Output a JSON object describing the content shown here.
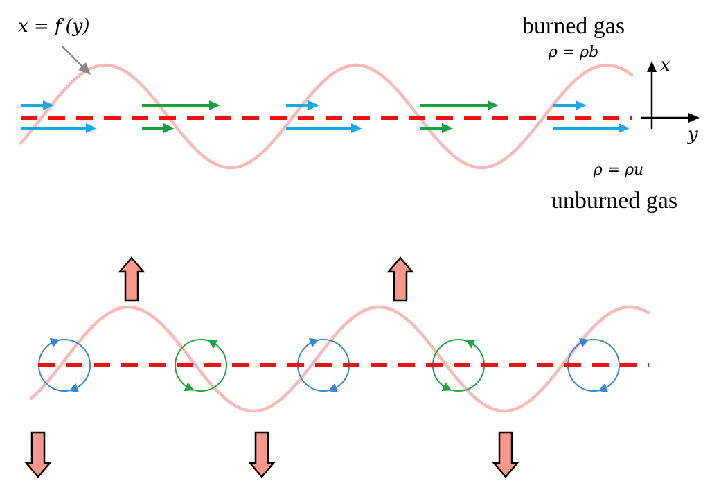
{
  "labels": {
    "interface_eq": "x = f′(y)",
    "burned_title": "burned gas",
    "burned_rho": "ρ = ρb",
    "unburned_title": "unburned gas",
    "unburned_rho": "ρ = ρu",
    "axis_x": "x",
    "axis_y": "y"
  },
  "colors": {
    "front": "#f8b9b9",
    "dash": "#ee1111",
    "arrow_blue": "#1aa7e6",
    "arrow_green": "#18a040",
    "vortex_blue": "#3a86d6",
    "vortex_green": "#1fa53f",
    "block_arrow_fill": "#f9978a",
    "pointer": "#888888"
  },
  "panel_top": {
    "arrow_groups": [
      {
        "kind": "short-top-long-bottom",
        "color": "blue"
      },
      {
        "kind": "long-top-short-bottom",
        "color": "green"
      },
      {
        "kind": "short-top-long-bottom",
        "color": "blue"
      },
      {
        "kind": "long-top-short-bottom",
        "color": "green"
      },
      {
        "kind": "short-top-long-bottom",
        "color": "blue"
      }
    ]
  },
  "panel_bottom": {
    "vortices": [
      {
        "color": "blue",
        "rotation": "clockwise"
      },
      {
        "color": "green",
        "rotation": "counterclockwise"
      },
      {
        "color": "blue",
        "rotation": "clockwise"
      },
      {
        "color": "green",
        "rotation": "counterclockwise"
      },
      {
        "color": "blue",
        "rotation": "clockwise"
      }
    ],
    "up_arrow_count": 2,
    "down_arrow_count": 3
  }
}
